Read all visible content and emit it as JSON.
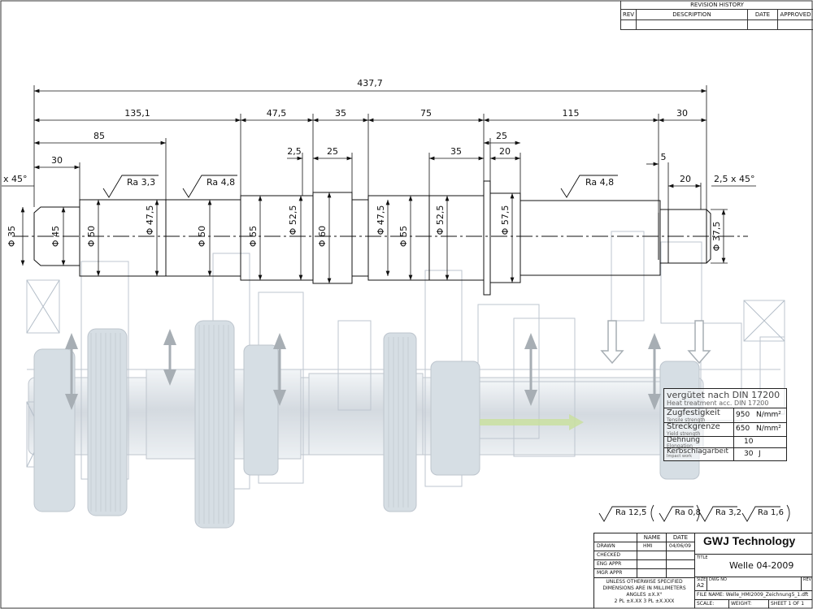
{
  "revision_history": {
    "title": "REVISION HISTORY",
    "headers": [
      "REV",
      "DESCRIPTION",
      "DATE",
      "APPROVED"
    ]
  },
  "dimensions": {
    "overall": "437,7",
    "segments": [
      "135,1",
      "47,5",
      "35",
      "75",
      "115",
      "30"
    ],
    "d85": "85",
    "d30": "30",
    "d2_5": "2,5",
    "d25a": "25",
    "d35b": "35",
    "d25b": "25",
    "d20a": "20",
    "d5": "5",
    "d20b": "20",
    "chamfer_left": "x 45°",
    "chamfer_right": "2,5  x 45°",
    "diameters": [
      "Φ 35",
      "Φ 45",
      "Φ 50",
      "Φ 47,5",
      "Φ 50",
      "Φ 55",
      "Φ 52,5",
      "Φ 60",
      "Φ 47,5",
      "Φ 55",
      "Φ 52,5",
      "Φ 57,5",
      "Φ 37,5"
    ]
  },
  "surface_marks": {
    "ra1": "Ra 3,3",
    "ra2": "Ra 4,8",
    "ra3": "Ra 4,8"
  },
  "material_table": {
    "header": "vergütet nach DIN 17200",
    "subheader": "Heat treatment acc. DIN 17200",
    "rows": [
      {
        "label": "Zugfestigkeit",
        "sub": "Tensile strength",
        "value": "950",
        "unit": "N/mm²"
      },
      {
        "label": "Streckgrenze",
        "sub": "Yield strength",
        "value": "650",
        "unit": "N/mm²"
      },
      {
        "label": "Dehnung",
        "sub": "Elongation",
        "value": "10",
        "unit": ""
      },
      {
        "label": "Kerbschlagarbeit",
        "sub": "Impact work",
        "value": "30",
        "unit": "J"
      }
    ]
  },
  "roughness_legend": [
    "Ra 12,5",
    "Ra 0,8",
    "Ra 3,2",
    "Ra 1,6"
  ],
  "title_block": {
    "col_name": "NAME",
    "col_date": "DATE",
    "rows": [
      {
        "label": "DRAWN",
        "name": "HMI",
        "date": "04/06/09"
      },
      {
        "label": "CHECKED",
        "name": "",
        "date": ""
      },
      {
        "label": "ENG APPR",
        "name": "",
        "date": ""
      },
      {
        "label": "MGR APPR",
        "name": "",
        "date": ""
      }
    ],
    "company": "GWJ Technology",
    "title_label": "TITLE",
    "title": "Welle 04-2009",
    "tolerance_text": [
      "UNLESS OTHERWISE SPECIFIED",
      "DIMENSIONS ARE IN MILLIMETERS",
      "ANGLES ±X.X°",
      "2 PL ±X.XX 3 PL ±X.XXX"
    ],
    "size_label": "SIZE",
    "size": "A2",
    "dwg_label": "DWG NO",
    "rev_label": "REV",
    "file_name": "FILE NAME: Welle_HMI2009_Zeichnung5_1.dft",
    "scale_label": "SCALE:",
    "weight_label": "WEIGHT:",
    "sheet": "SHEET 1 OF 1"
  },
  "colors": {
    "line": "#111111",
    "ghost_fill": "#dce3ea",
    "ghost_stroke": "#9aa8b6",
    "gear": "#c9d3dc",
    "arrow": "#8a949c",
    "green": "#b7d67a"
  }
}
